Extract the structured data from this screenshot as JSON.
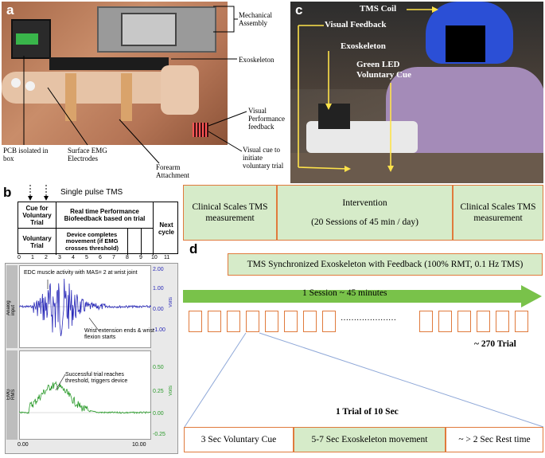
{
  "panel_a": {
    "letter": "a",
    "labels": {
      "mechanical": "Mechanical Assembly",
      "exoskeleton": "Exoskeleton",
      "visual_perf": "Visual Performance feedback",
      "visual_cue": "Visual cue to initiate voluntary trial",
      "pcb": "PCB isolated in box",
      "surface_emg": "Surface EMG Electrodes",
      "forearm": "Forearm Attachment"
    }
  },
  "panel_b": {
    "letter": "b",
    "tms_label": "Single pulse TMS",
    "header": {
      "cue_title": "Cue for Voluntary Trial",
      "realtime_title": "Real time Performance Biofeedback based on trial",
      "voluntary_trial": "Voluntary Trial",
      "device_completes": "Device completes movement (if EMG crosses threshold)",
      "next_cycle": "Next cycle"
    },
    "ticks": [
      "0",
      "1",
      "2",
      "3",
      "4",
      "5",
      "6",
      "7",
      "8",
      "9",
      "10",
      "11"
    ],
    "plot1": {
      "side_label": "Analog input",
      "title": "EDC muscle activity with MAS= 2 at wrist joint",
      "annotation": "Wrist extension ends & wrist flexion starts",
      "right_ticks": [
        "2.00",
        "1.00",
        "0.00",
        "-1.00"
      ],
      "unit": "Volts"
    },
    "plot2": {
      "side_label": "EMG RMS",
      "annotation": "Successful trial reaches threshold, triggers device",
      "right_ticks": [
        "0.50",
        "0.25",
        "0.00",
        "-0.25"
      ],
      "unit": "Volts"
    },
    "x_axis": {
      "left": "0.00",
      "right": "10.00"
    }
  },
  "panel_c": {
    "letter": "c",
    "labels": {
      "coil": "TMS Coil",
      "visual_feedback": "Visual Feedback",
      "exoskeleton": "Exoskeleton",
      "green_led": "Green LED Voluntary Cue"
    }
  },
  "panel_d": {
    "letter": "d",
    "timeline": {
      "pre": "Clinical Scales TMS measurement",
      "intervention_line1": "Intervention",
      "intervention_line2": "(20 Sessions of 45 min / day)",
      "post": "Clinical Scales TMS measurement"
    },
    "protocol": "TMS Synchronized Exoskeleton with Feedback (100% RMT, 0.1 Hz TMS)",
    "session": "1 Session ~ 45 minutes",
    "trials_count": "~ 270 Trial",
    "dots": "…………………",
    "trial_title": "1 Trial of 10 Sec",
    "phases": {
      "cue": "3 Sec Voluntary Cue",
      "movement": "5-7 Sec Exoskeleton movement",
      "rest": "~ > 2 Sec Rest time"
    }
  },
  "colors": {
    "green_fill": "#d6ebc9",
    "orange_border": "#e07a3c",
    "arrow_green": "#79c24a",
    "yellow_pointer": "#ffe34a",
    "emg_blue": "#2a2ab8",
    "emg_green": "#2a9a2a"
  }
}
